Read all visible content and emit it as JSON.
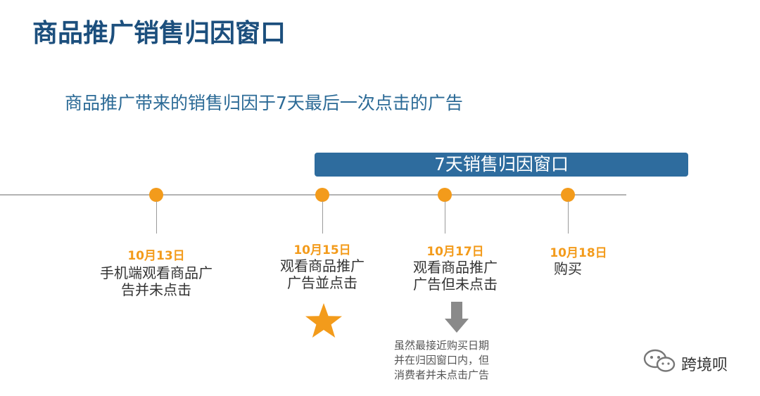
{
  "title": "商品推广销售归因窗口",
  "subtitle": "商品推广带来的销售归因于7天最后一次点击的广告",
  "banner": "7天销售归因窗口",
  "events": [
    {
      "date": "10月13日",
      "desc_line1": "手机端观看商品广",
      "desc_line2": "告并未点击"
    },
    {
      "date": "10月15日",
      "desc_line1": "观看商品推广",
      "desc_line2": "广告並点击"
    },
    {
      "date": "10月17日",
      "desc_line1": "观看商品推广",
      "desc_line2": "广告但未点击"
    },
    {
      "date": "10月18日",
      "desc_line1": "购买",
      "desc_line2": ""
    }
  ],
  "note": {
    "line1": "虽然最接近购买日期",
    "line2": "并在归因窗口内，但",
    "line3": "消费者并未点击广告"
  },
  "watermark": "跨境呗",
  "colors": {
    "accent": "#f39b1b",
    "banner": "#2e6c9e",
    "title": "#1c4f7d"
  },
  "icons": {
    "star": "star-icon",
    "arrow": "down-arrow-icon",
    "logo": "wechat-icon"
  }
}
